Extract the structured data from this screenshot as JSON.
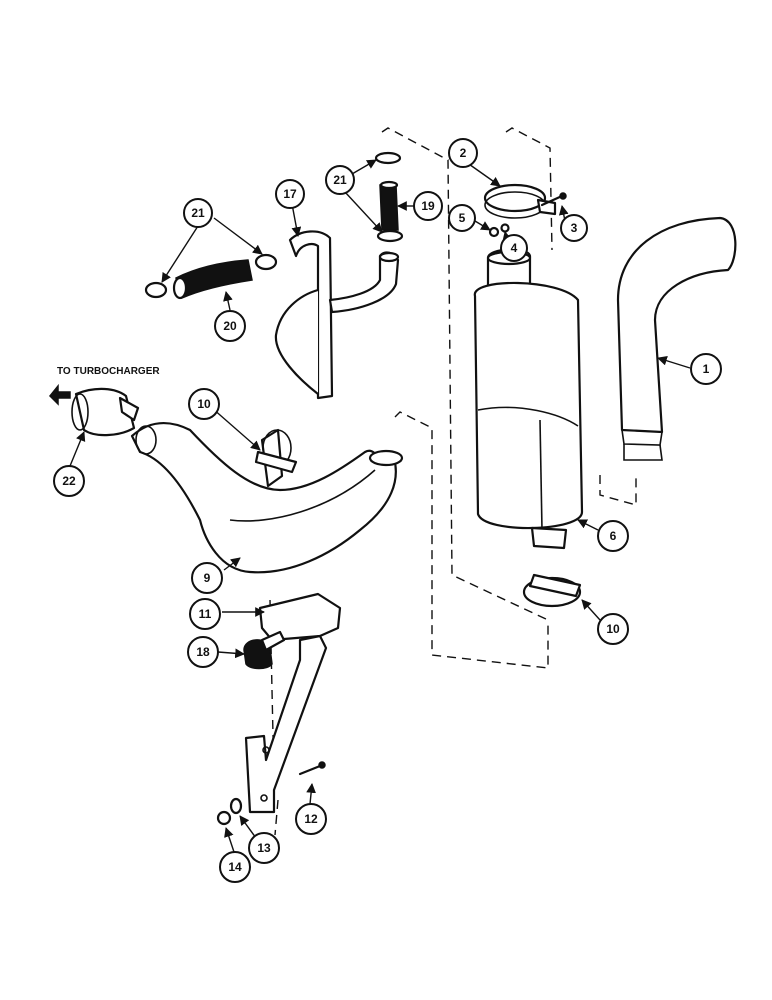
{
  "direction_label": "TO TURBOCHARGER",
  "callouts": [
    "1",
    "2",
    "3",
    "4",
    "5",
    "6",
    "9",
    "10",
    "10",
    "11",
    "12",
    "13",
    "14",
    "17",
    "18",
    "19",
    "20",
    "21",
    "21",
    "22"
  ]
}
